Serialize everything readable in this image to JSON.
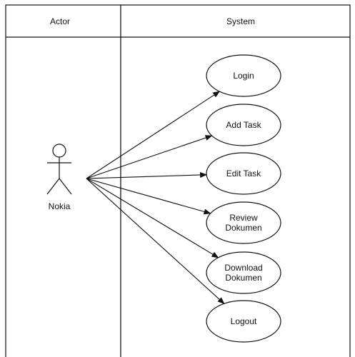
{
  "swimlanes": {
    "actor_header": "Actor",
    "system_header": "System"
  },
  "actor": {
    "name": "Nokia",
    "icon": "stick-figure-icon"
  },
  "use_cases": [
    {
      "lines": [
        "Login"
      ]
    },
    {
      "lines": [
        "Add Task"
      ]
    },
    {
      "lines": [
        "Edit Task"
      ]
    },
    {
      "lines": [
        "Review",
        "Dokumen"
      ]
    },
    {
      "lines": [
        "Download",
        "Dokumen"
      ]
    },
    {
      "lines": [
        "Logout"
      ]
    }
  ],
  "colors": {
    "stroke": "#111111",
    "fill": "#ffffff",
    "text": "#111111"
  }
}
